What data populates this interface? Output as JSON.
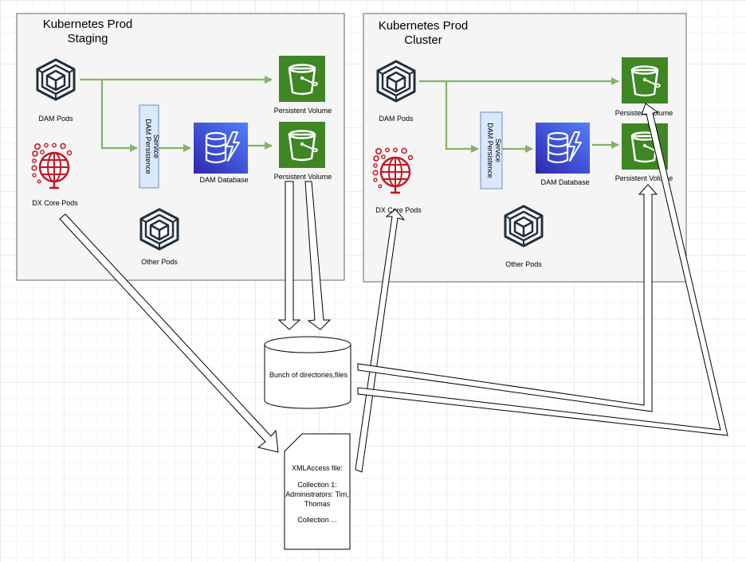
{
  "staging": {
    "title_line1": "Kubernetes Prod",
    "title_line2": "Staging",
    "dam_pods": "DAM Pods",
    "dx_core_pods": "DX Core Pods",
    "other_pods": "Other Pods",
    "service_line1": "DAM Persistence",
    "service_line2": "Service",
    "database": "DAM Database",
    "pv_top": "Persistent Volume",
    "pv_bottom": "Persistent Volume"
  },
  "cluster": {
    "title_line1": "Kubernetes Prod",
    "title_line2": "Cluster",
    "dam_pods": "DAM Pods",
    "dx_core_pods": "DX Core Pods",
    "other_pods": "Other Pods",
    "service_line1": "DAM Persistence",
    "service_line2": "Service",
    "database": "DAM Database",
    "pv_top": "Persistent Volume",
    "pv_bottom": "Persistent Volume"
  },
  "storage": {
    "label": "Bunch of directories,files"
  },
  "xml_doc": {
    "line1": "XMLAccess file:",
    "line2": "Collection 1:",
    "line3": "Administrators: Tim,",
    "line4": "Thomas",
    "line5": "Collection ..."
  },
  "colors": {
    "container_fill": "#f5f5f5",
    "container_stroke": "#666666",
    "connector_green": "#82b366",
    "service_fill": "#dae8fc",
    "service_stroke": "#6c8ebf",
    "s3_green": "#3f8624",
    "db_blue": "#3b48cc",
    "pod_navy": "#232f3e",
    "dx_red": "#c7131f"
  },
  "icons": {
    "dam_pods": "kubernetes-pod-icon",
    "other_pods": "kubernetes-pod-icon",
    "dx_core_pods": "dx-core-globe-icon",
    "persistent_volume": "s3-bucket-icon",
    "database": "dynamodb-database-icon"
  }
}
